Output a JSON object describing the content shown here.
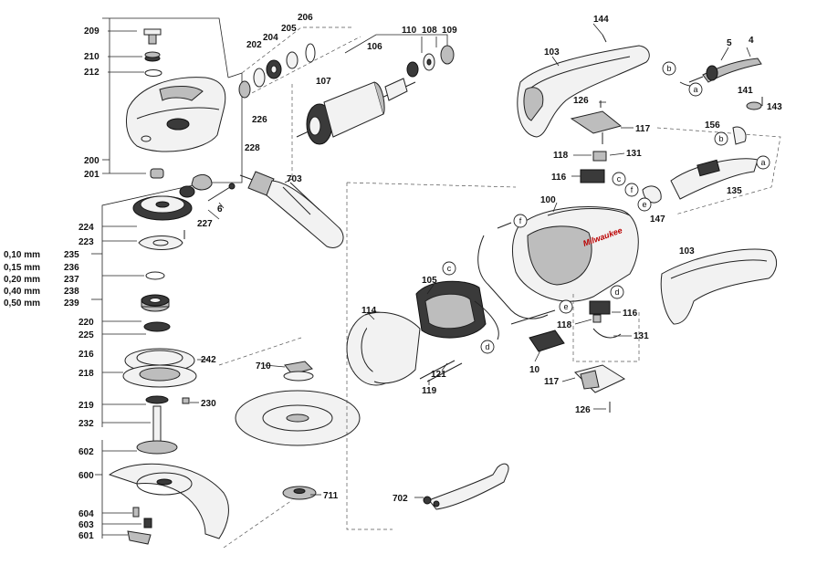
{
  "brand_text": "Milwaukee",
  "part_numbers": [
    "209",
    "210",
    "212",
    "200",
    "201",
    "206",
    "205",
    "204",
    "202",
    "226",
    "228",
    "106",
    "107",
    "110",
    "108",
    "109",
    "144",
    "103",
    "5",
    "4",
    "141",
    "143",
    "126",
    "117",
    "156",
    "118",
    "131",
    "116",
    "135",
    "147",
    "100",
    "105",
    "114",
    "121",
    "119",
    "10",
    "703",
    "6",
    "227",
    "224",
    "223",
    "220",
    "225",
    "216",
    "242",
    "218",
    "219",
    "230",
    "232",
    "710",
    "711",
    "602",
    "600",
    "604",
    "603",
    "601",
    "702"
  ],
  "shim_sizes": [
    {
      "size": "0,10 mm",
      "part": "235"
    },
    {
      "size": "0,15 mm",
      "part": "236"
    },
    {
      "size": "0,20 mm",
      "part": "237"
    },
    {
      "size": "0,40 mm",
      "part": "238"
    },
    {
      "size": "0,50 mm",
      "part": "239"
    }
  ],
  "callout_letters": [
    "a",
    "b",
    "c",
    "d",
    "e",
    "f"
  ]
}
